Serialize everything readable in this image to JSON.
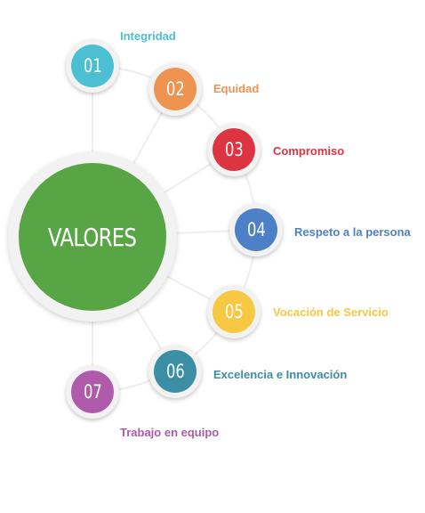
{
  "hub": {
    "label": "VALORES",
    "color": "#57a545"
  },
  "values": [
    {
      "number": "01",
      "label": "Integridad",
      "color": "#4dbfd3"
    },
    {
      "number": "02",
      "label": "Equidad",
      "color": "#ee9350"
    },
    {
      "number": "03",
      "label": "Compromiso",
      "color": "#dd3441"
    },
    {
      "number": "04",
      "label": "Respeto a la persona",
      "color": "#4e80c8"
    },
    {
      "number": "05",
      "label": "Vocación de Servicio",
      "color": "#f7c842"
    },
    {
      "number": "06",
      "label": "Excelencia e Innovación",
      "color": "#3b8ea3"
    },
    {
      "number": "07",
      "label": "Trabajo en equipo",
      "color": "#b05aab"
    }
  ]
}
